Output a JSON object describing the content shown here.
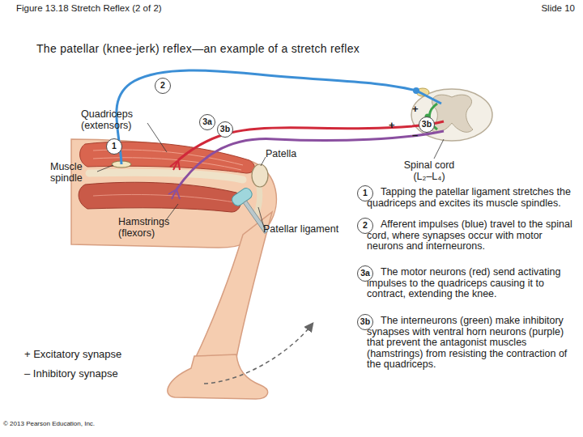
{
  "diagram": {
    "title": "The patellar (knee-jerk) reflex—an example of a stretch reflex",
    "labels": [
      "Figure 13.18 Stretch Reflex (2 of 2)",
      "Slide 10",
      "2",
      "Quadriceps (extensors)",
      "3a",
      "3b",
      "+",
      "3b",
      "+",
      "–",
      "1",
      "Patella",
      "Muscle spindle",
      "Spinal cord (L₂–L₄)",
      "1",
      "Tapping the patellar ligament stretches the quadriceps and excites its muscle spindles.",
      "Hamstrings (flexors)",
      "Patellar ligament",
      "2",
      "Afferent impulses (blue) travel to the spinal cord, where synapses occur with motor neurons and interneurons.",
      "3a",
      "The motor neurons (red) send activating impulses to the quadriceps causing it to contract, extending the knee.",
      "3b",
      "The interneurons (green) make inhibitory synapses with ventral horn neurons (purple) that prevent the antagonist muscles (hamstrings) from resisting the contraction of the quadriceps.",
      "© 2013 Pearson Education, Inc."
    ],
    "legend": [
      {
        "text": "+ Excitatory synapse"
      },
      {
        "text": "– Inhibitory synapse"
      }
    ]
  }
}
